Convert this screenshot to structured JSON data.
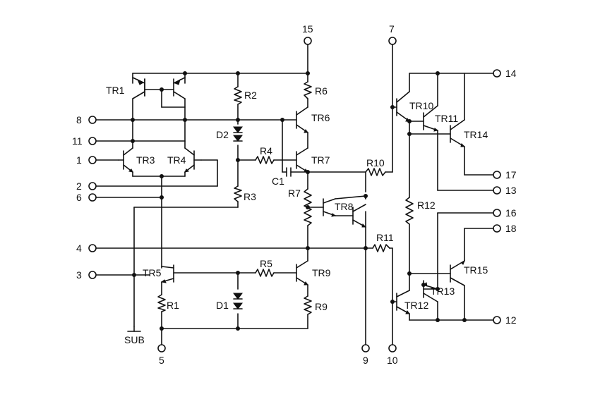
{
  "labels": {
    "pin15": "15",
    "pin7": "7",
    "pin14": "14",
    "pin17": "17",
    "pin13": "13",
    "pin16": "16",
    "pin18": "18",
    "pin12": "12",
    "pin9": "9",
    "pin10": "10",
    "pin8": "8",
    "pin11": "11",
    "pin1": "1",
    "pin2": "2",
    "pin6": "6",
    "pin4": "4",
    "pin3": "3",
    "pin5": "5",
    "sub": "SUB",
    "tr1": "TR1",
    "tr3": "TR3",
    "tr4": "TR4",
    "tr5": "TR5",
    "tr6": "TR6",
    "tr7": "TR7",
    "tr8": "TR8",
    "tr9": "TR9",
    "tr10": "TR10",
    "tr11": "TR11",
    "tr12": "TR12",
    "tr13": "TR13",
    "tr14": "TR14",
    "tr15": "TR15",
    "r1": "R1",
    "r2": "R2",
    "r3": "R3",
    "r4": "R4",
    "r5": "R5",
    "r6": "R6",
    "r7": "R7",
    "r9": "R9",
    "r10": "R10",
    "r11": "R11",
    "r12": "R12",
    "d1": "D1",
    "d2": "D2",
    "c1": "C1"
  }
}
